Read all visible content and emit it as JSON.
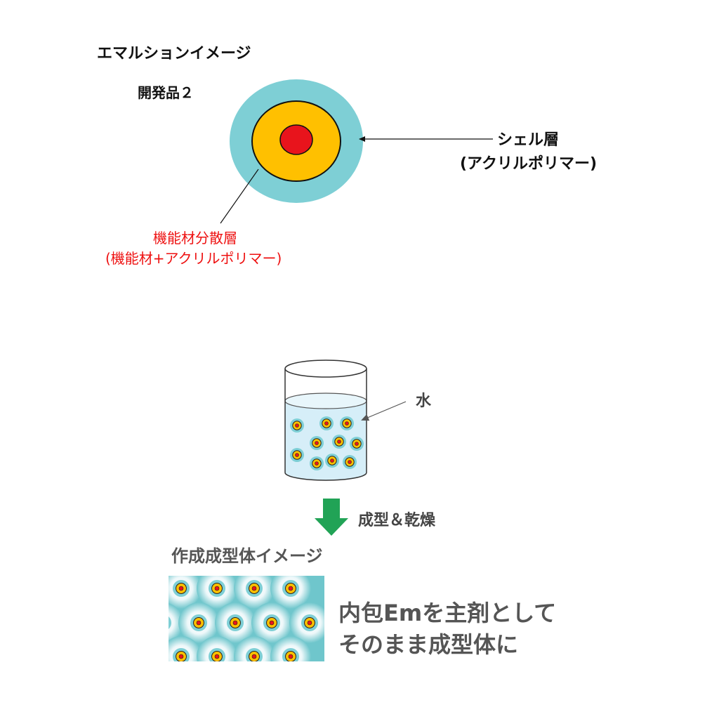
{
  "emulsion": {
    "title": "エマルションイメージ",
    "subtitle": "開発品２",
    "shell_label_line1": "シェル層",
    "shell_label_line2": "(アクリルポリマー)",
    "dispersion_label_line1": "機能材分散層",
    "dispersion_label_line2": "(機能材+アクリルポリマー)"
  },
  "beaker": {
    "water_label": "水"
  },
  "process": {
    "step_label": "成型＆乾燥"
  },
  "molded": {
    "title": "作成成型体イメージ",
    "conclusion_line1": "内包Emを主剤として",
    "conclusion_line2": "そのまま成型体に"
  },
  "colors": {
    "shell": "#7ecfd5",
    "dispersion": "#ffc000",
    "core": "#e8141c",
    "water": "#d6eef8",
    "arrow": "#21a356",
    "dispersion_label": "#ee1111"
  }
}
